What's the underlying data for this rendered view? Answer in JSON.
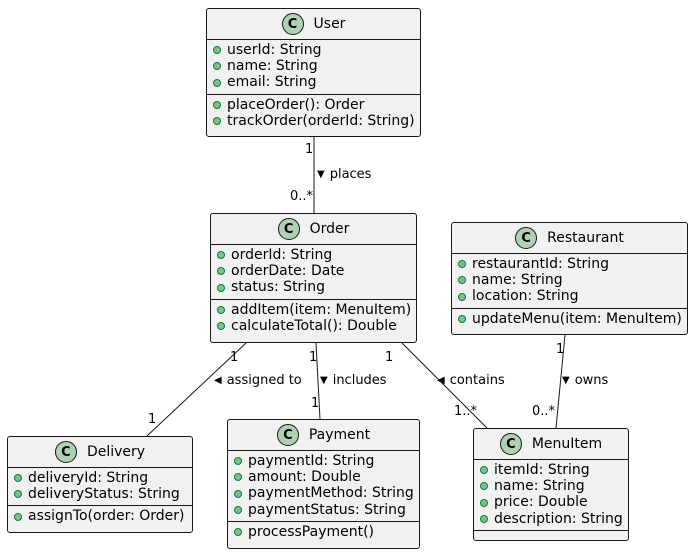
{
  "badge_letter": "C",
  "classes": {
    "user": {
      "name": "User",
      "attributes": [
        "userId: String",
        "name: String",
        "email: String"
      ],
      "methods": [
        "placeOrder(): Order",
        "trackOrder(orderId: String)"
      ]
    },
    "order": {
      "name": "Order",
      "attributes": [
        "orderId: String",
        "orderDate: Date",
        "status: String"
      ],
      "methods": [
        "addItem(item: MenuItem)",
        "calculateTotal(): Double"
      ]
    },
    "restaurant": {
      "name": "Restaurant",
      "attributes": [
        "restaurantId: String",
        "name: String",
        "location: String"
      ],
      "methods": [
        "updateMenu(item: MenuItem)"
      ]
    },
    "delivery": {
      "name": "Delivery",
      "attributes": [
        "deliveryId: String",
        "deliveryStatus: String"
      ],
      "methods": [
        "assignTo(order: Order)"
      ]
    },
    "payment": {
      "name": "Payment",
      "attributes": [
        "paymentId: String",
        "amount: Double",
        "paymentMethod: String",
        "paymentStatus: String"
      ],
      "methods": [
        "processPayment()"
      ]
    },
    "menuitem": {
      "name": "MenuItem",
      "attributes": [
        "itemId: String",
        "name: String",
        "price: Double",
        "description: String"
      ],
      "methods": []
    }
  },
  "associations": {
    "places": {
      "label": "places",
      "arrow": "▼",
      "src_mult": "1",
      "dst_mult": "0..*"
    },
    "assigned": {
      "label": "assigned to",
      "arrow": "◀",
      "src_mult": "1",
      "dst_mult": "1"
    },
    "includes": {
      "label": "includes",
      "arrow": "▼",
      "src_mult": "1",
      "dst_mult": "1"
    },
    "contains": {
      "label": "contains",
      "arrow": "◀",
      "src_mult": "1",
      "dst_mult": "1..*"
    },
    "owns": {
      "label": "owns",
      "arrow": "▼",
      "src_mult": "1",
      "dst_mult": "0..*"
    }
  }
}
